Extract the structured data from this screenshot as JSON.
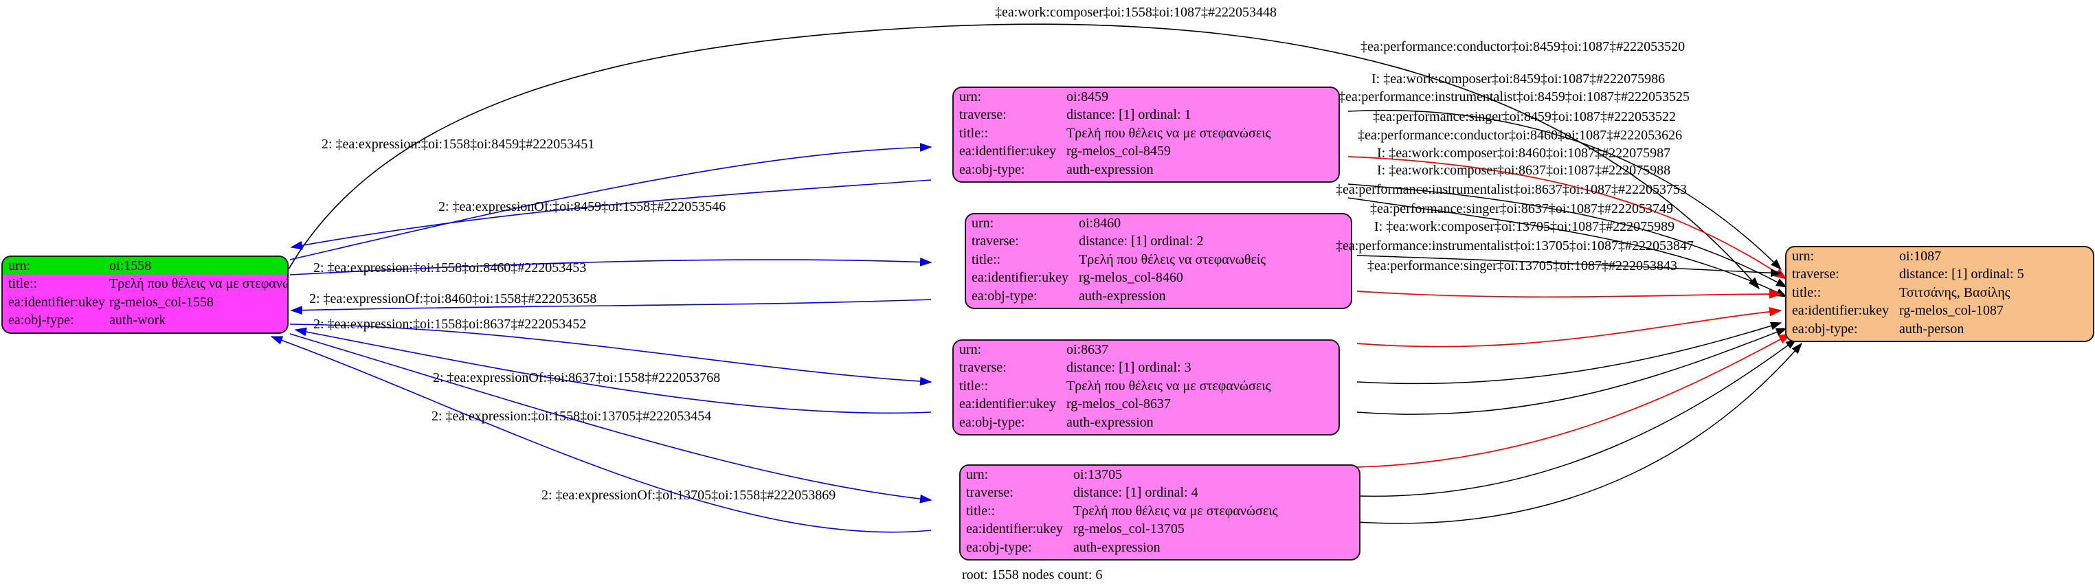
{
  "graph": {
    "caption": "root: 1558 nodes count: 6",
    "top_label": "‡ea:work:composer‡oi:1558‡oi:1087‡#222053448",
    "colors": {
      "work_fill": "#ff3dff",
      "work_highlight": "#00e000",
      "expression_fill": "#ff80f0",
      "person_fill": "#f7c08a",
      "node_stroke": "#1a1a1a",
      "edge_black": "#000000",
      "edge_blue": "#0000ee",
      "edge_red": "#ff0000"
    },
    "field_keys": {
      "urn": "urn:",
      "traverse": "traverse:",
      "title": "title::",
      "ukey": "ea:identifier:ukey",
      "objtype": "ea:obj-type:"
    }
  },
  "nodes": {
    "work": {
      "id": "node-1558",
      "kind": "auth-work",
      "urn": "oi:1558",
      "title": "Τρελή που θέλεις να με στεφανώσεις (Τρελή που θέλεις να στ...",
      "ukey": "rg-melos_col-1558",
      "objtype": "auth-work"
    },
    "expressions": [
      {
        "id": "node-8459",
        "urn": "oi:8459",
        "traverse": "distance: [1]     ordinal: 1",
        "title": "Τρελή που θέλεις να με στεφανώσεις",
        "ukey": "rg-melos_col-8459",
        "objtype": "auth-expression"
      },
      {
        "id": "node-8460",
        "urn": "oi:8460",
        "traverse": "distance: [1]     ordinal: 2",
        "title": "Τρελή που θέλεις να στεφανωθείς",
        "ukey": "rg-melos_col-8460",
        "objtype": "auth-expression"
      },
      {
        "id": "node-8637",
        "urn": "oi:8637",
        "traverse": "distance: [1]     ordinal: 3",
        "title": "Τρελή που θέλεις να με στεφανώσεις",
        "ukey": "rg-melos_col-8637",
        "objtype": "auth-expression"
      },
      {
        "id": "node-13705",
        "urn": "oi:13705",
        "traverse": "distance: [1]     ordinal: 4",
        "title": "Τρελή που θέλεις να με στεφανώσεις",
        "ukey": "rg-melos_col-13705",
        "objtype": "auth-expression"
      }
    ],
    "person": {
      "id": "node-1087",
      "urn": "oi:1087",
      "traverse": "distance: [1]     ordinal: 5",
      "title": "Τσιτσάνης, Βασίλης",
      "ukey": "rg-melos_col-1087",
      "objtype": "auth-person"
    }
  },
  "edge_labels": {
    "top": "‡ea:work:composer‡oi:1558‡oi:1087‡#222053448",
    "left": [
      "2: ‡ea:expression:‡oi:1558‡oi:8459‡#222053451",
      "2: ‡ea:expressionOf:‡oi:8459‡oi:1558‡#222053546",
      "2: ‡ea:expression:‡oi:1558‡oi:8460‡#222053453",
      "2: ‡ea:expressionOf:‡oi:8460‡oi:1558‡#222053658",
      "2: ‡ea:expression:‡oi:1558‡oi:8637‡#222053452",
      "2: ‡ea:expressionOf:‡oi:8637‡oi:1558‡#222053768",
      "2: ‡ea:expression:‡oi:1558‡oi:13705‡#222053454",
      "2: ‡ea:expressionOf:‡oi:13705‡oi:1558‡#222053869"
    ],
    "right": [
      "‡ea:performance:conductor‡oi:8459‡oi:1087‡#222053520",
      "I: ‡ea:work:composer‡oi:8459‡oi:1087‡#222075986",
      "‡ea:performance:instrumentalist‡oi:8459‡oi:1087‡#222053525",
      "‡ea:performance:singer‡oi:8459‡oi:1087‡#222053522",
      "‡ea:performance:conductor‡oi:8460‡oi:1087‡#222053626",
      "I: ‡ea:work:composer‡oi:8460‡oi:1087‡#222075987",
      "I: ‡ea:work:composer‡oi:8637‡oi:1087‡#222075988",
      "‡ea:performance:instrumentalist‡oi:8637‡oi:1087‡#222053753",
      "‡ea:performance:singer‡oi:8637‡oi:1087‡#222053749",
      "I: ‡ea:work:composer‡oi:13705‡oi:1087‡#222075989",
      "‡ea:performance:instrumentalist‡oi:13705‡oi:1087‡#222053847",
      "‡ea:performance:singer‡oi:13705‡oi:1087‡#222053843"
    ]
  }
}
